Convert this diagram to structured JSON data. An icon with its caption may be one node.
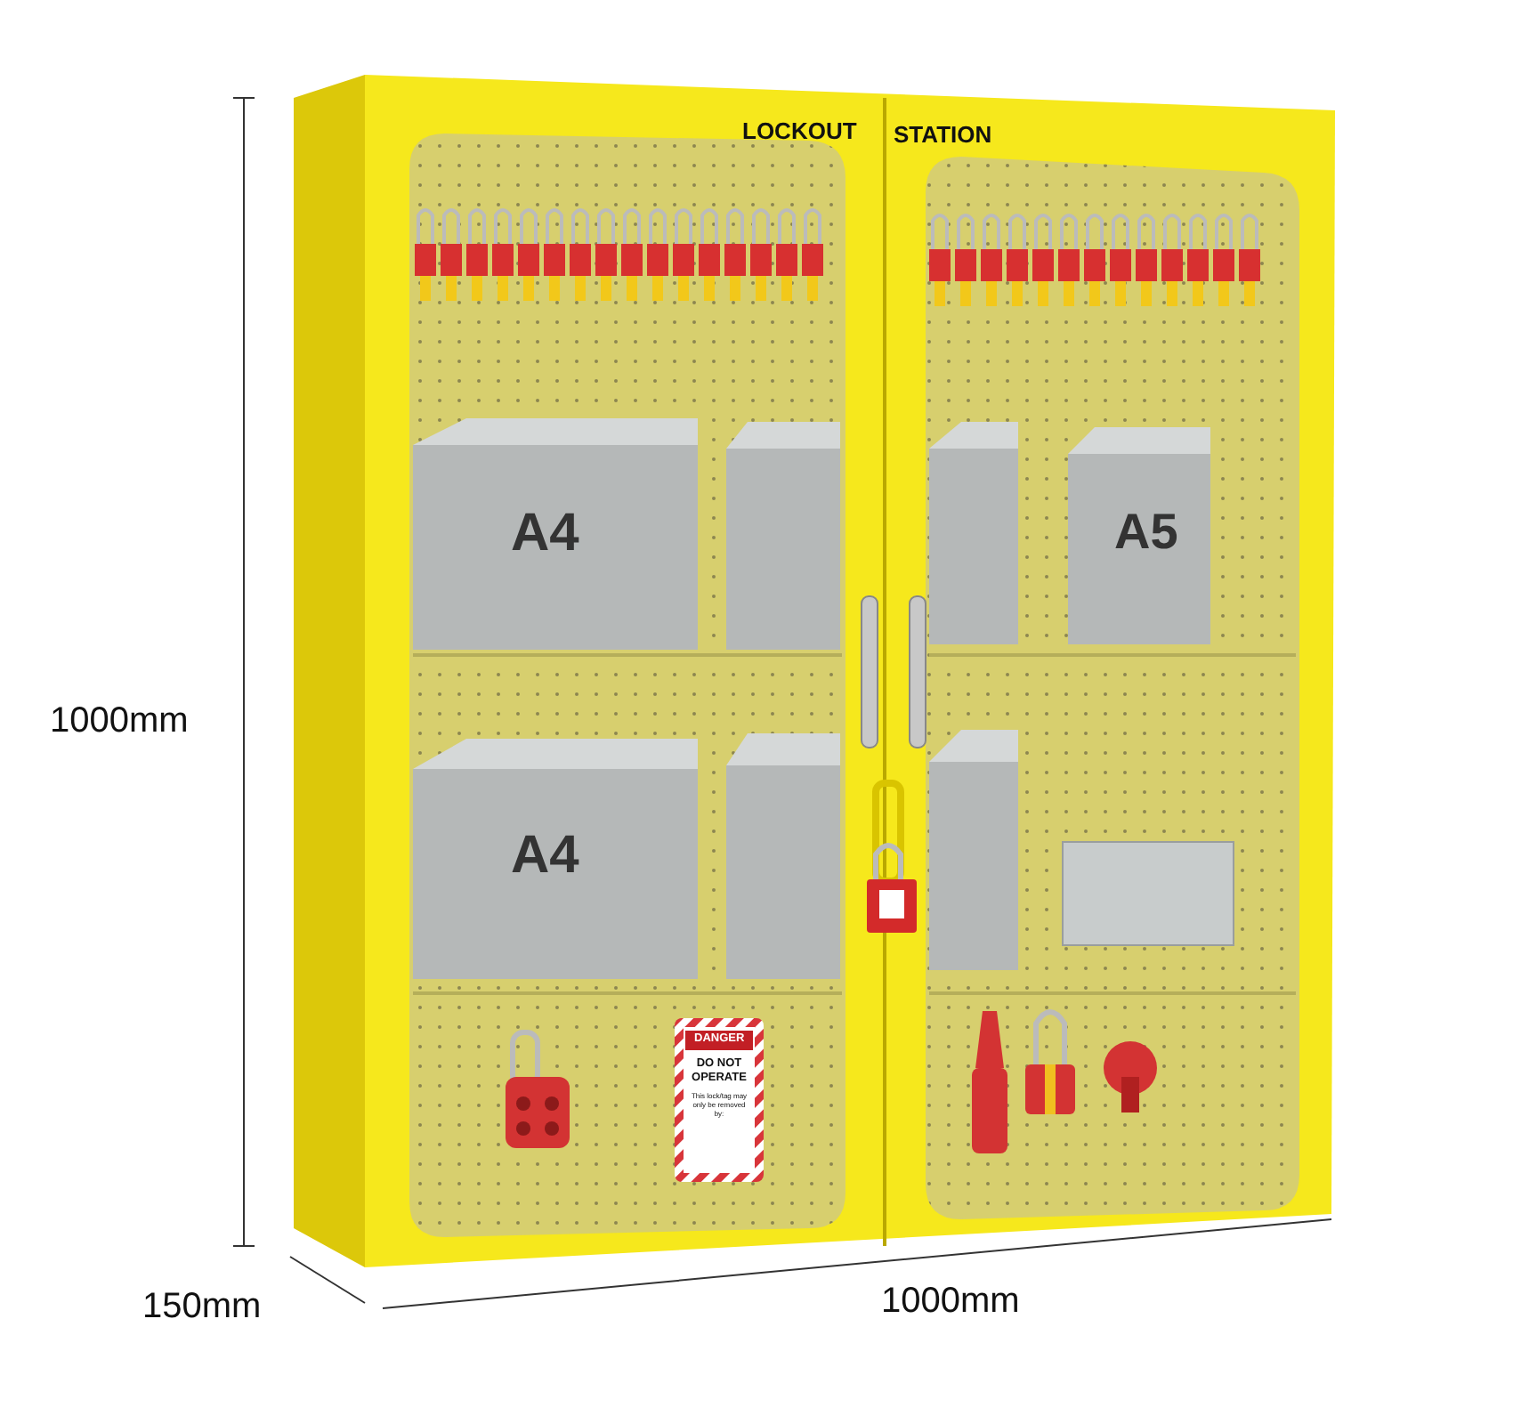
{
  "diagram": {
    "labels": [
      "LOCKOUT",
      "STATION",
      "A4",
      "A5",
      "1000mm",
      "A4",
      "DANGER",
      "DO NOT OPERATE",
      "This lock/tag may only be removed by:",
      "150mm",
      "1000mm"
    ]
  }
}
